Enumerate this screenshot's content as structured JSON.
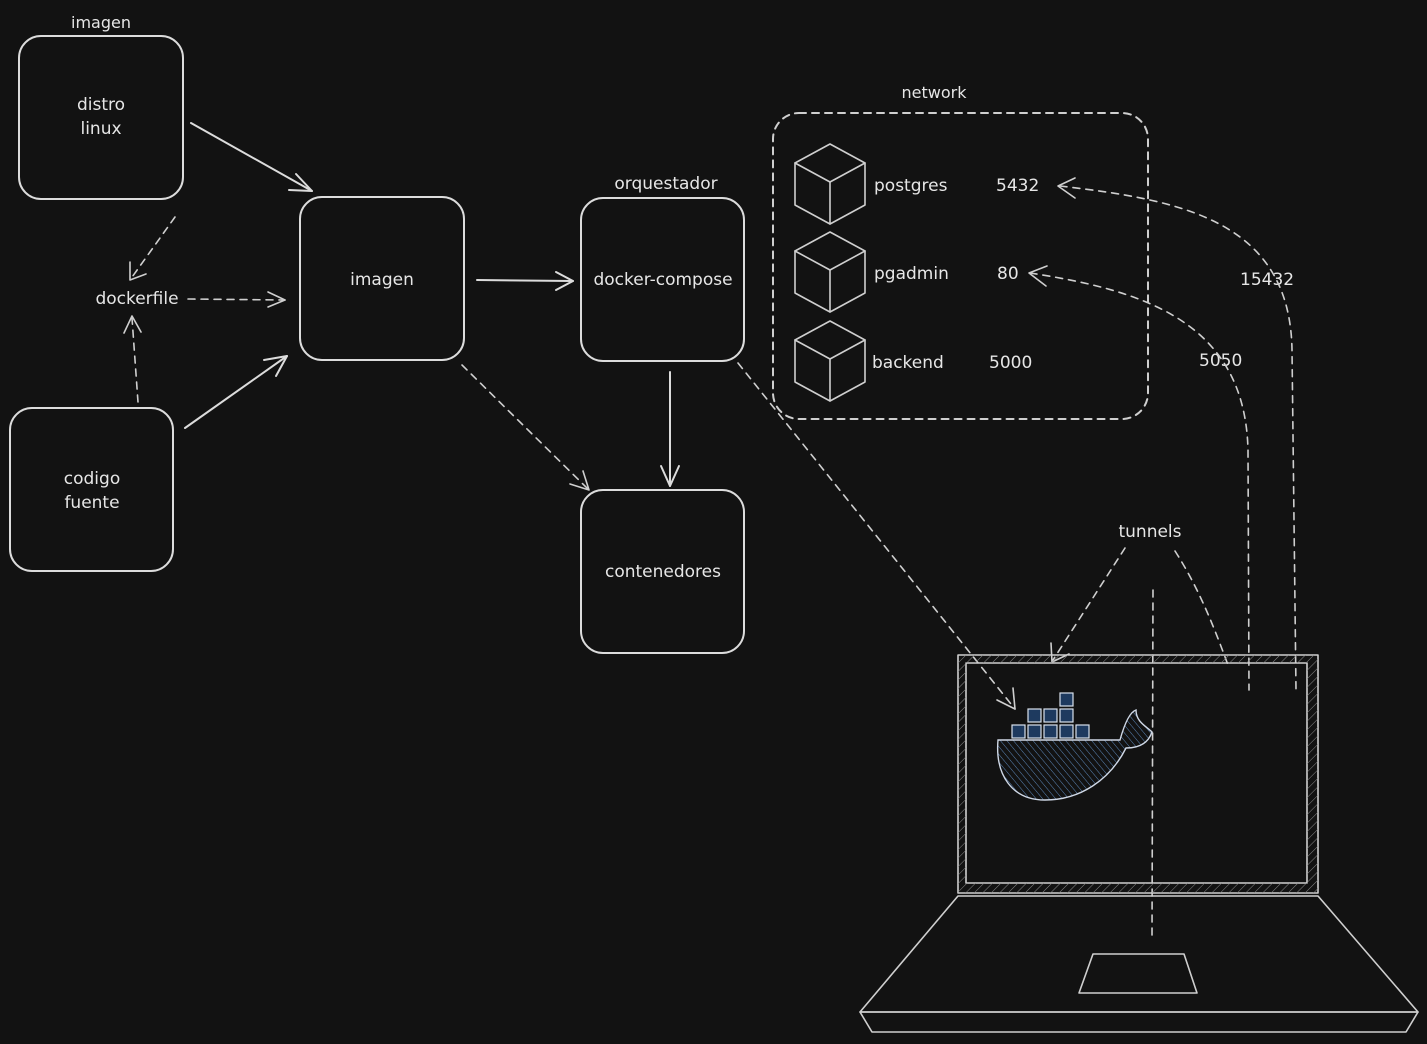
{
  "labels": {
    "imagen_title": "imagen",
    "distro_line1": "distro",
    "distro_line2": "linux",
    "dockerfile": "dockerfile",
    "codigo_line1": "codigo",
    "codigo_line2": "fuente",
    "imagen_box": "imagen",
    "orquestador": "orquestador",
    "docker_compose": "docker-compose",
    "contenedores": "contenedores",
    "network": "network",
    "tunnels": "tunnels"
  },
  "services": [
    {
      "name": "postgres",
      "port": "5432"
    },
    {
      "name": "pgadmin",
      "port": "80"
    },
    {
      "name": "backend",
      "port": "5000"
    }
  ],
  "host_ports": {
    "postgres": "15432",
    "pgadmin": "5050"
  },
  "colors": {
    "background": "#121212",
    "stroke": "#dcdcdc",
    "whale": "#1e3a5f"
  }
}
